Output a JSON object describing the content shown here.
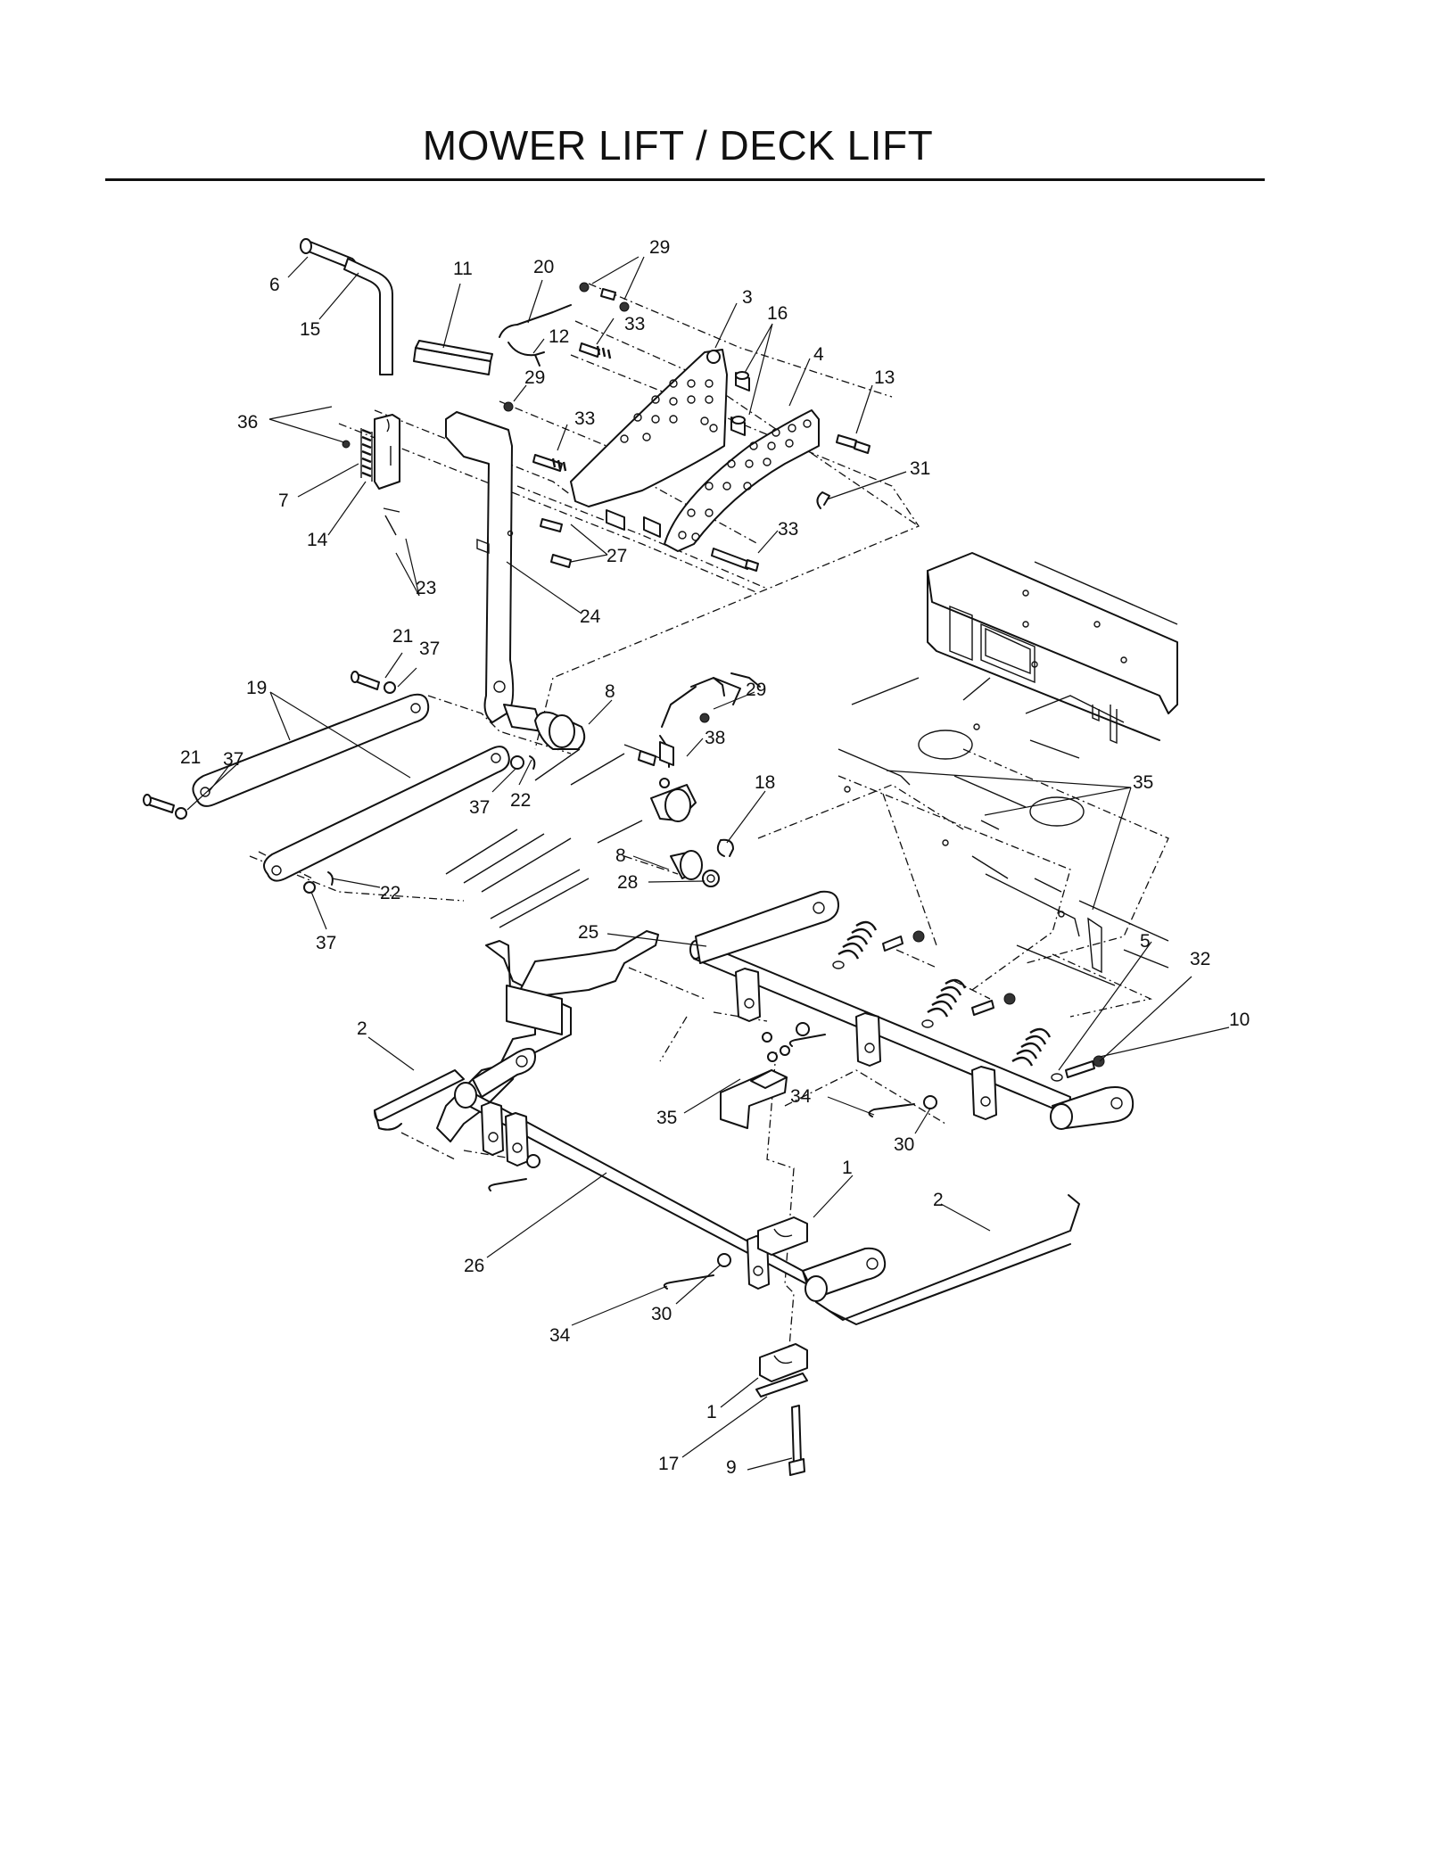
{
  "title": "MOWER LIFT / DECK LIFT",
  "callouts": [
    {
      "n": "6"
    },
    {
      "n": "15"
    },
    {
      "n": "11"
    },
    {
      "n": "20"
    },
    {
      "n": "29"
    },
    {
      "n": "33"
    },
    {
      "n": "12"
    },
    {
      "n": "3"
    },
    {
      "n": "16"
    },
    {
      "n": "4"
    },
    {
      "n": "13"
    },
    {
      "n": "29"
    },
    {
      "n": "33"
    },
    {
      "n": "36"
    },
    {
      "n": "7"
    },
    {
      "n": "14"
    },
    {
      "n": "31"
    },
    {
      "n": "27"
    },
    {
      "n": "33"
    },
    {
      "n": "23"
    },
    {
      "n": "24"
    },
    {
      "n": "21"
    },
    {
      "n": "37"
    },
    {
      "n": "19"
    },
    {
      "n": "8"
    },
    {
      "n": "29"
    },
    {
      "n": "38"
    },
    {
      "n": "21"
    },
    {
      "n": "37"
    },
    {
      "n": "37"
    },
    {
      "n": "22"
    },
    {
      "n": "18"
    },
    {
      "n": "35"
    },
    {
      "n": "8"
    },
    {
      "n": "28"
    },
    {
      "n": "22"
    },
    {
      "n": "37"
    },
    {
      "n": "25"
    },
    {
      "n": "5"
    },
    {
      "n": "32"
    },
    {
      "n": "10"
    },
    {
      "n": "2"
    },
    {
      "n": "35"
    },
    {
      "n": "34"
    },
    {
      "n": "30"
    },
    {
      "n": "1"
    },
    {
      "n": "2"
    },
    {
      "n": "26"
    },
    {
      "n": "34"
    },
    {
      "n": "30"
    },
    {
      "n": "1"
    },
    {
      "n": "17"
    },
    {
      "n": "9"
    }
  ]
}
